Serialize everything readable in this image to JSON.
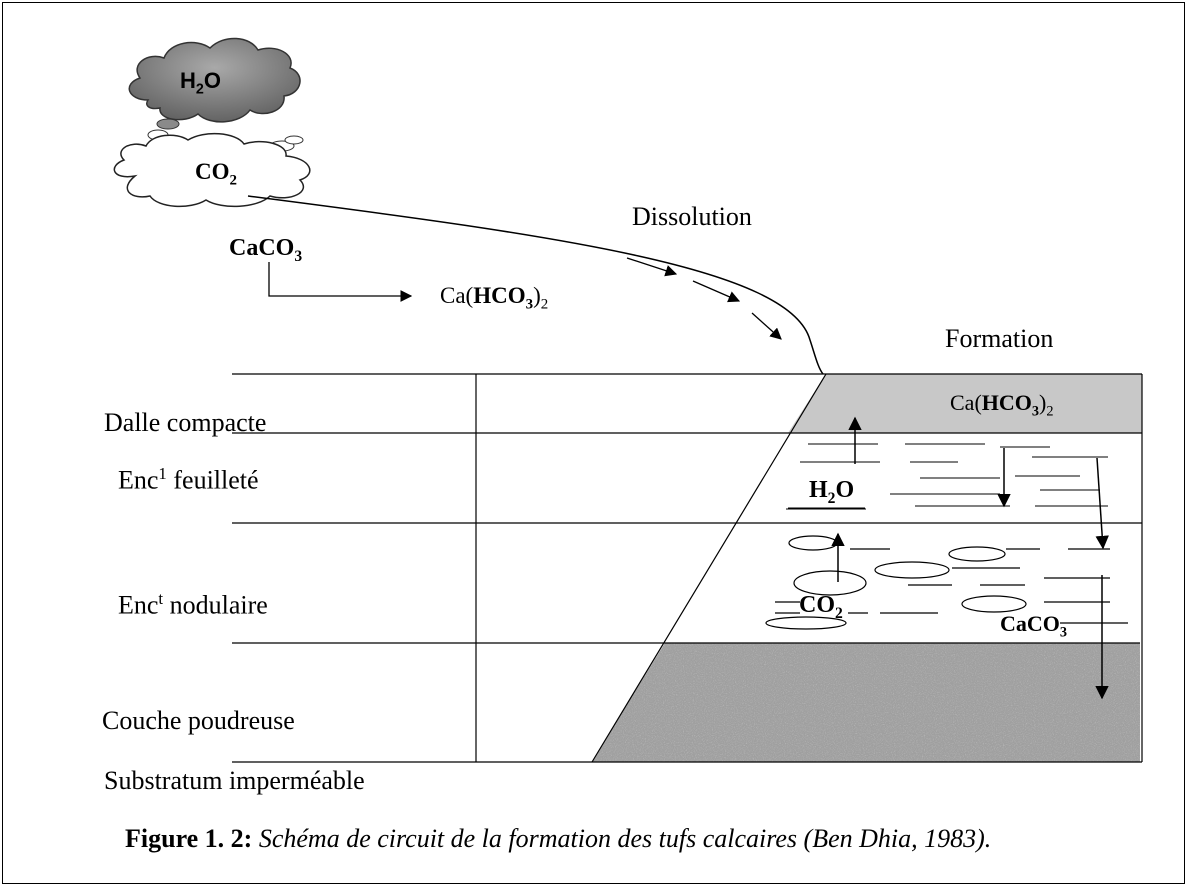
{
  "diagram": {
    "cloud_top": {
      "base": "H",
      "sub": "2",
      "tail": "O"
    },
    "cloud_bottom": {
      "base": "CO",
      "sub": "2"
    },
    "caco3_left": {
      "base": "CaCO",
      "sub": "3"
    },
    "product": {
      "pre": "Ca(",
      "bold": "HCO",
      "boldsub": "3",
      "post": ")",
      "sub": "2"
    },
    "dissolution": "Dissolution",
    "formation": "Formation",
    "slab": {
      "pre": "Ca(",
      "bold": "HCO",
      "boldsub": "3",
      "post": ")",
      "sub": "2"
    },
    "layers": {
      "dalle": "Dalle compacte",
      "feuillete": {
        "pre": "Enc",
        "sup": "1",
        "post": " feuilleté"
      },
      "nodulaire": {
        "pre": "Enc",
        "sup": "t",
        "post": " nodulaire"
      },
      "poudreuse": "Couche poudreuse",
      "substratum": "Substratum imperméable"
    },
    "h2o_mid": {
      "base": "H",
      "sub": "2",
      "tail": "O"
    },
    "co2_mid": {
      "base": "CO",
      "sub": "2"
    },
    "caco3_mid": {
      "base": "CaCO",
      "sub": "3"
    },
    "colors": {
      "cloud_dark": "#6f6f6f",
      "slab_fill": "#c8c8c8",
      "gravel": "#9a9a9a"
    }
  },
  "caption": {
    "label": "Figure 1. 2:",
    "text": " Schéma de circuit de la formation des tufs calcaires (Ben Dhia, 1983)."
  }
}
